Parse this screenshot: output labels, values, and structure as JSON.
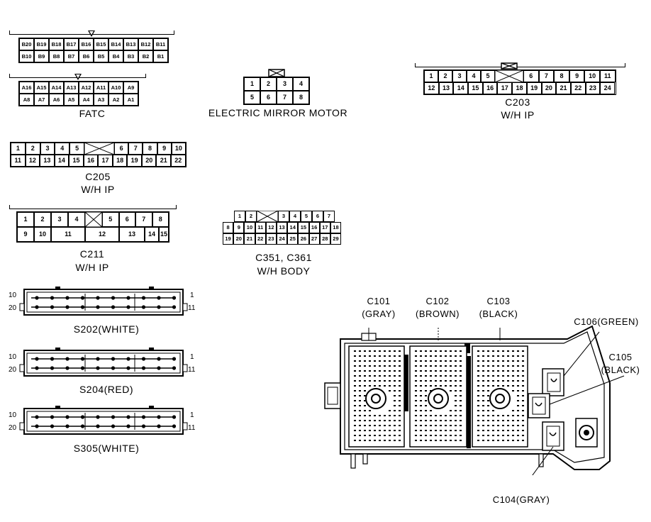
{
  "fatc": {
    "name": "FATC",
    "b_top": [
      "B20",
      "B19",
      "B18",
      "B17",
      "B16",
      "B15",
      "B14",
      "B13",
      "B12",
      "B11"
    ],
    "b_bottom": [
      "B10",
      "B9",
      "B8",
      "B7",
      "B6",
      "B5",
      "B4",
      "B3",
      "B2",
      "B1"
    ],
    "a_top": [
      "A16",
      "A15",
      "A14",
      "A13",
      "A12",
      "A11",
      "A10",
      "A9"
    ],
    "a_bottom": [
      "A8",
      "A7",
      "A6",
      "A5",
      "A4",
      "A3",
      "A2",
      "A1"
    ]
  },
  "mirror": {
    "name": "ELECTRIC MIRROR MOTOR",
    "top": [
      "1",
      "2",
      "3",
      "4"
    ],
    "bottom": [
      "5",
      "6",
      "7",
      "8"
    ]
  },
  "c203": {
    "name": "C203",
    "sub": "W/H  IP",
    "top_left": [
      "1",
      "2",
      "3",
      "4",
      "5"
    ],
    "top_right": [
      "6",
      "7",
      "8",
      "9",
      "10",
      "11"
    ],
    "bottom": [
      "12",
      "13",
      "14",
      "15",
      "16",
      "17",
      "18",
      "19",
      "20",
      "21",
      "22",
      "23",
      "24"
    ]
  },
  "c205": {
    "name": "C205",
    "sub": "W/H  IP",
    "top_left": [
      "1",
      "2",
      "3",
      "4",
      "5"
    ],
    "top_right": [
      "6",
      "7",
      "8",
      "9",
      "10"
    ],
    "bottom": [
      "11",
      "12",
      "13",
      "14",
      "15",
      "16",
      "17",
      "18",
      "19",
      "20",
      "21",
      "22"
    ]
  },
  "c211": {
    "name": "C211",
    "sub": "W/H  IP",
    "top_left": [
      "1",
      "2",
      "3",
      "4"
    ],
    "top_right": [
      "5",
      "6",
      "7",
      "8"
    ],
    "bottom": [
      "9",
      "10",
      "11",
      "12",
      "13",
      "14",
      "15"
    ]
  },
  "c351": {
    "name": "C351, C361",
    "sub": "W/H BODY",
    "top_left": [
      "1",
      "2"
    ],
    "top_right": [
      "3",
      "4",
      "5",
      "6",
      "7"
    ],
    "middle": [
      "8",
      "9",
      "10",
      "11",
      "12",
      "13",
      "14",
      "15",
      "16",
      "17",
      "18"
    ],
    "bottom": [
      "19",
      "20",
      "21",
      "22",
      "23",
      "24",
      "25",
      "26",
      "27",
      "28",
      "29"
    ]
  },
  "s202": {
    "name": "S202(WHITE)",
    "left_top": "10",
    "left_bottom": "20",
    "right_top": "1",
    "right_bottom": "11"
  },
  "s204": {
    "name": "S204(RED)",
    "left_top": "10",
    "left_bottom": "20",
    "right_top": "1",
    "right_bottom": "11"
  },
  "s305": {
    "name": "S305(WHITE)",
    "left_top": "10",
    "left_bottom": "20",
    "right_top": "1",
    "right_bottom": "11"
  },
  "junction_box": {
    "c101": [
      "C101",
      "(GRAY)"
    ],
    "c102": [
      "C102",
      "(BROWN)"
    ],
    "c103": [
      "C103",
      "(BLACK)"
    ],
    "c106": "C106(GREEN)",
    "c105": [
      "C105",
      "(BLACK)"
    ],
    "c104": "C104(GRAY)"
  }
}
